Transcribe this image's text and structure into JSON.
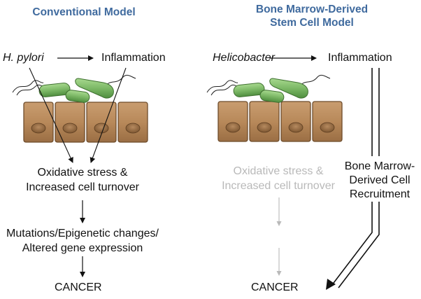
{
  "left_panel": {
    "title": "Conventional Model",
    "pathogen": "H. pylori",
    "inflammation": "Inflammation",
    "oxidative_line1": "Oxidative stress &",
    "oxidative_line2": "Increased cell turnover",
    "mutations_line1": "Mutations/Epigenetic changes/",
    "mutations_line2": "Altered gene expression",
    "cancer": "CANCER"
  },
  "right_panel": {
    "title_line1": "Bone Marrow-Derived",
    "title_line2": "Stem Cell Model",
    "pathogen": "Helicobacter",
    "inflammation": "Inflammation",
    "oxidative_line1": "Oxidative stress &",
    "oxidative_line2": "Increased cell turnover",
    "recruitment_line1": "Bone Marrow-",
    "recruitment_line2": "Derived Cell",
    "recruitment_line3": "Recruitment",
    "cancer": "CANCER"
  },
  "colors": {
    "title": "#3f6a9e",
    "cell_fill": "#b8895a",
    "bacteria_fill": "#7cb866",
    "faded_text": "#b9b9b9"
  },
  "icons": {
    "epithelium": "epithelial-cells-icon",
    "bacteria": "rod-bacteria-icon"
  }
}
